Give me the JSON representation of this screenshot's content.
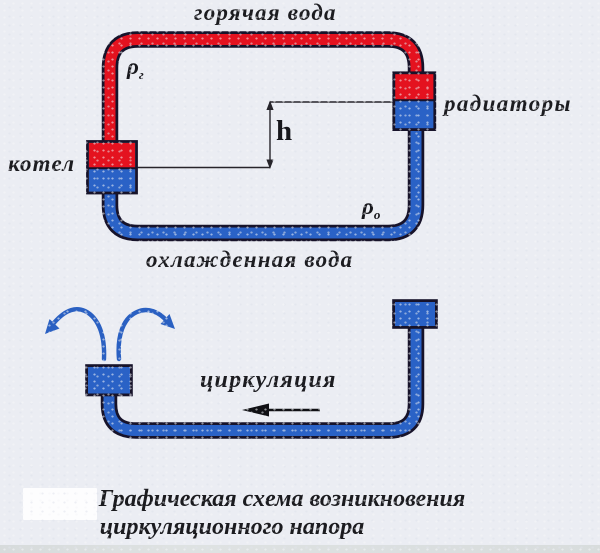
{
  "figure": {
    "top_diagram": {
      "hot_water_label": "горячая вода",
      "cold_water_label": "охлажденная вода",
      "boiler_label": "котел",
      "radiators_label": "радиаторы",
      "rho_hot": {
        "base": "ρ",
        "sub": "г"
      },
      "rho_cold": {
        "base": "ρ",
        "sub": "о"
      },
      "height_label": "h"
    },
    "bottom_diagram": {
      "circulation_label": "циркуляция"
    },
    "caption": {
      "line1": "Графическая схема возникновения",
      "line2": "циркуляционного напора"
    },
    "colors": {
      "hot_pipe": "#e4121f",
      "cold_pipe": "#2a62c6",
      "pipe_outline": "#17132a",
      "dimension_line": "#26242a",
      "circulation_arrow": "#101014",
      "background": "#ebedf3"
    }
  }
}
